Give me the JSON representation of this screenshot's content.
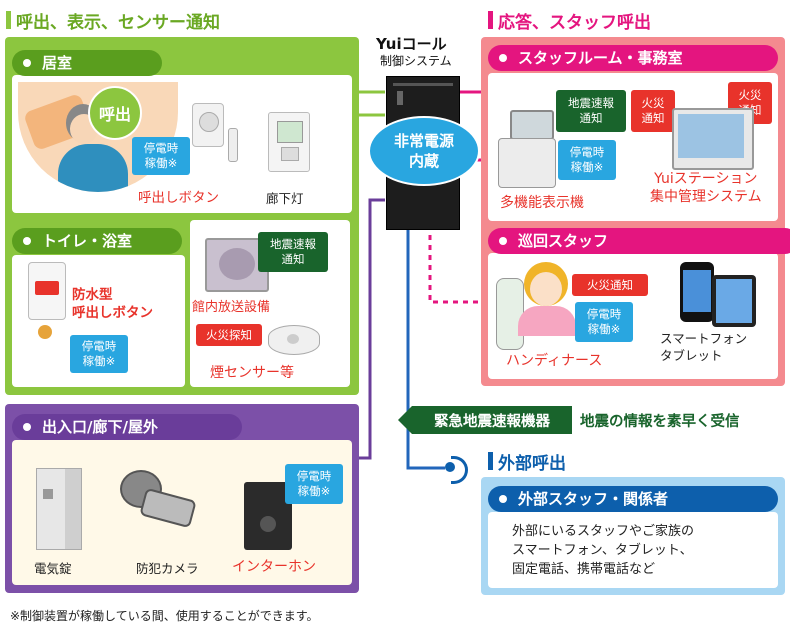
{
  "sections": {
    "left_title": "呼出、表示、センサー通知",
    "right_title": "応答、スタッフ呼出",
    "outer_title": "外部呼出"
  },
  "brand": {
    "logo": "Yuiコール",
    "subtitle": "制御システム"
  },
  "controller": {
    "label": "非常電源\n内蔵"
  },
  "rooms": {
    "kyoshitsu": {
      "title": "居室",
      "bubble": "呼出",
      "badge": "停電時\n稼働※",
      "call_button": "呼出しボタン",
      "corridor_light": "廊下灯"
    },
    "toilet": {
      "title": "トイレ・浴室",
      "badge": "停電時\n稼働※",
      "waterproof": "防水型\n呼出しボタン",
      "eq_badge": "地震速報\n通知",
      "broadcast": "館内放送設備",
      "fire_badge": "火災探知",
      "smoke": "煙センサー等"
    },
    "entrance": {
      "title": "出入口/廊下/屋外",
      "badge": "停電時\n稼働※",
      "lock": "電気錠",
      "camera": "防犯カメラ",
      "intercom": "インターホン"
    }
  },
  "staff_room": {
    "title": "スタッフルーム・事務室",
    "eq_badge": "地震速報\n通知",
    "fire_badge1": "火災\n通知",
    "fire_badge2": "火災\n通知",
    "badge": "停電時\n稼働※",
    "phone_label": "多機能表示機",
    "station_label": "Yuiステーション\n集中管理システム"
  },
  "patrol": {
    "title": "巡回スタッフ",
    "fire_badge": "火災通知",
    "badge": "停電時\n稼働※",
    "handy_label": "ハンディナース",
    "smart_label": "スマートフォン\nタブレット"
  },
  "earthquake": {
    "device": "緊急地震速報機器",
    "text": "地震の情報を素早く受信"
  },
  "outside": {
    "title": "外部スタッフ・関係者",
    "text": "外部にいるスタッフやご家族の\nスマートフォン、タブレット、\n固定電話、携帯電話など"
  },
  "footnote": "※制御装置が稼働している間、使用することができます。",
  "colors": {
    "green": "#8cc63f",
    "green_dark": "#19642c",
    "pink": "#e4157f",
    "pink_panel": "#f48a8f",
    "purple": "#7c50a8",
    "purple_panel": "#c8a8d8",
    "blue": "#29a6e0",
    "navy": "#0d5fac",
    "red": "#e8332b"
  }
}
